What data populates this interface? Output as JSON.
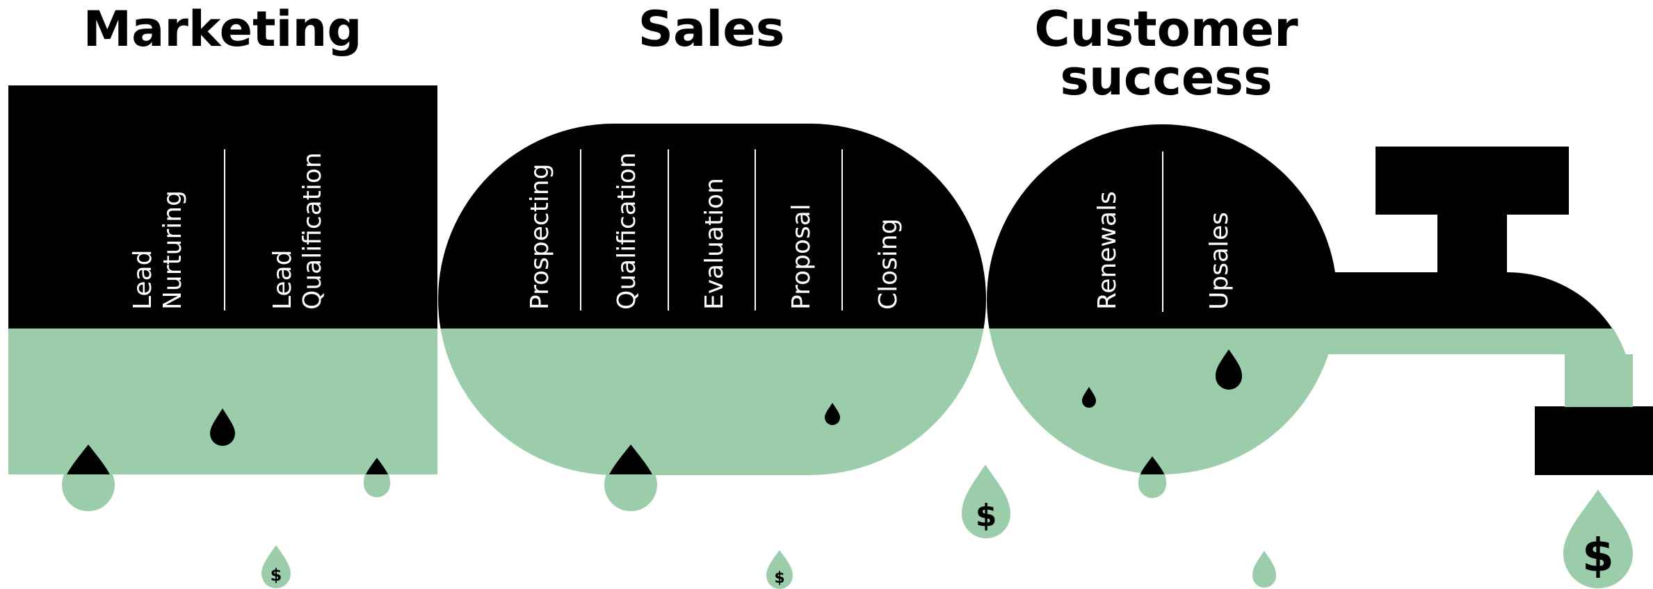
{
  "colors": {
    "ink": "#000000",
    "liquid": "#9bcdaa",
    "divider": "#ffffff",
    "paper": "#ffffff"
  },
  "sections": {
    "marketing": {
      "title": "Marketing",
      "stages": [
        {
          "line1": "Lead",
          "line2": "Nurturing"
        },
        {
          "line1": "Lead",
          "line2": "Qualification"
        }
      ]
    },
    "sales": {
      "title": "Sales",
      "stages": [
        "Prospecting",
        "Qualification",
        "Evaluation",
        "Proposal",
        "Closing"
      ]
    },
    "customer_success": {
      "title_line1": "Customer",
      "title_line2": "success",
      "stages": [
        "Renewals",
        "Upsales"
      ]
    }
  },
  "money_symbol": "$",
  "icons": [
    "drop-icon",
    "money-drop-icon",
    "faucet-icon"
  ]
}
